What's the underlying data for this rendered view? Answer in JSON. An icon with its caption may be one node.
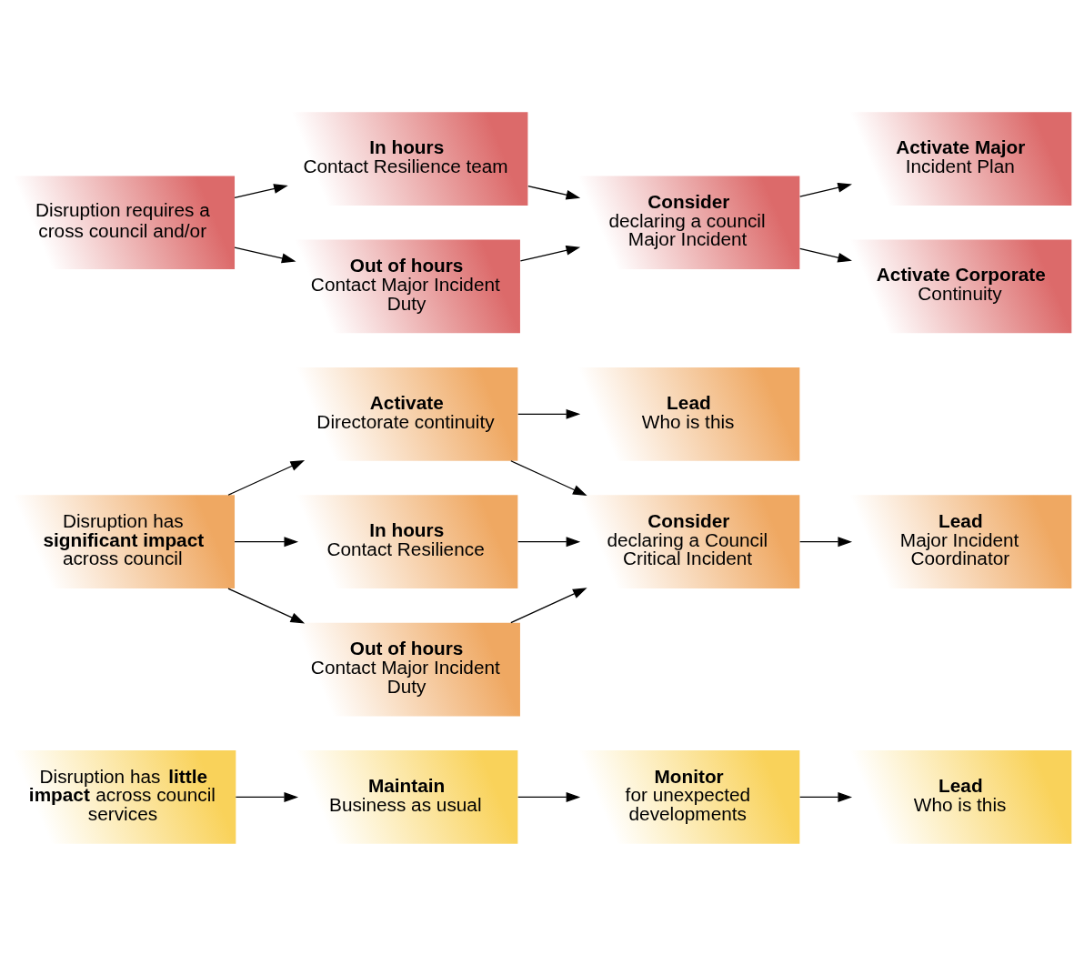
{
  "diagram": {
    "nodes": [
      {
        "text": [
          "Disruption has **little impact** across council services"
        ]
      },
      {
        "text": [
          "Maintain",
          "Business as usual"
        ]
      },
      {
        "text": [
          "Monitor",
          "for unexpected developments"
        ]
      },
      {
        "text": [
          "Lead",
          "Who is this"
        ]
      },
      {
        "text": [
          "Disruption has **significant impact** across council"
        ]
      },
      {
        "text": [
          "Activate",
          "Directorate continuity"
        ]
      },
      {
        "text": [
          "Lead",
          "Who is this"
        ]
      },
      {
        "text": [
          "In hours",
          "Contact Resilience"
        ]
      },
      {
        "text": [
          "Out of hours",
          "Contact Major Incident Duty"
        ]
      },
      {
        "text": [
          "Consider",
          "declaring a Council Critical Incident"
        ]
      },
      {
        "text": [
          "Lead",
          "Major Incident Coordinator"
        ]
      },
      {
        "text": [
          "Disruption requires a cross council and/or"
        ]
      },
      {
        "text": [
          "In hours",
          "Contact Resilience team"
        ]
      },
      {
        "text": [
          "Out of hours",
          "Contact Major Incident Duty"
        ]
      },
      {
        "text": [
          "Consider",
          "declaring a council Major Incident"
        ]
      },
      {
        "text": [
          "Activate Major",
          "Incident Plan"
        ]
      },
      {
        "text": [
          "Activate Corporate",
          "Continuity"
        ]
      }
    ],
    "edges": [
      {
        "from": 0,
        "to": 1,
        "arrow": "to"
      },
      {
        "from": 1,
        "to": 2,
        "arrow": "to"
      },
      {
        "from": 2,
        "to": 3,
        "arrow": "to"
      },
      {
        "from": 4,
        "to": 5,
        "arrow": "to"
      },
      {
        "from": 5,
        "to": 6,
        "arrow": "to"
      },
      {
        "from": 4,
        "to": 7,
        "arrow": "to"
      },
      {
        "from": 4,
        "to": 8,
        "arrow": "to"
      },
      {
        "from": 5,
        "to": 9,
        "arrow": "to"
      },
      {
        "from": 7,
        "to": 9,
        "arrow": "to"
      },
      {
        "from": 8,
        "to": 9,
        "arrow": "to"
      },
      {
        "from": 9,
        "to": 10,
        "arrow": "to"
      },
      {
        "from": 11,
        "to": 12,
        "arrow": "to"
      },
      {
        "from": 11,
        "to": 13,
        "arrow": "to"
      },
      {
        "from": 12,
        "to": 14,
        "arrow": "to"
      },
      {
        "from": 13,
        "to": 14,
        "arrow": "to"
      },
      {
        "from": 14,
        "to": 15,
        "arrow": "to"
      },
      {
        "from": 14,
        "to": 16,
        "arrow": "to"
      }
    ]
  }
}
